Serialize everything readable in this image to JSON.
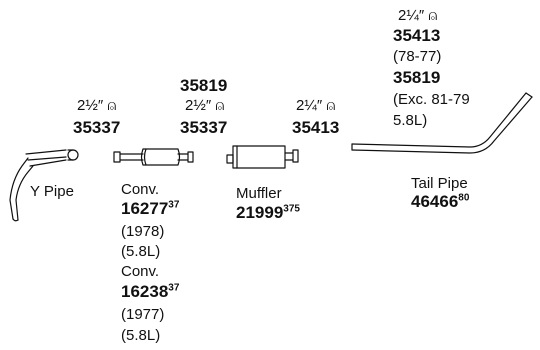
{
  "colors": {
    "ink": "#111111",
    "background": "#ffffff"
  },
  "groups": {
    "y_pipe": {
      "size": "2½″ ⍝",
      "part_number": "35337",
      "name": "Y Pipe"
    },
    "converter": {
      "size": "2½″ ⍝",
      "part_numbers": [
        "35819",
        "35337"
      ],
      "options": [
        {
          "name": "Conv.",
          "price_main": "16277",
          "price_sup": "37",
          "years": "(1978)",
          "engine": "(5.8L)"
        },
        {
          "name": "Conv.",
          "price_main": "16238",
          "price_sup": "37",
          "years": "(1977)",
          "engine": "(5.8L)"
        }
      ]
    },
    "muffler": {
      "size": "2¼″ ⍝",
      "part_number": "35413",
      "name": "Muffler",
      "price_main": "21999",
      "price_sup": "375"
    },
    "tail_pipe": {
      "size": "2¼″ ⍝",
      "part_number_1": "35413",
      "note_1": "(78-77)",
      "part_number_2": "35819",
      "note_2": "(Exc. 81-79",
      "note_3": "5.8L)",
      "name": "Tail Pipe",
      "price_main": "46466",
      "price_sup": "80"
    }
  }
}
